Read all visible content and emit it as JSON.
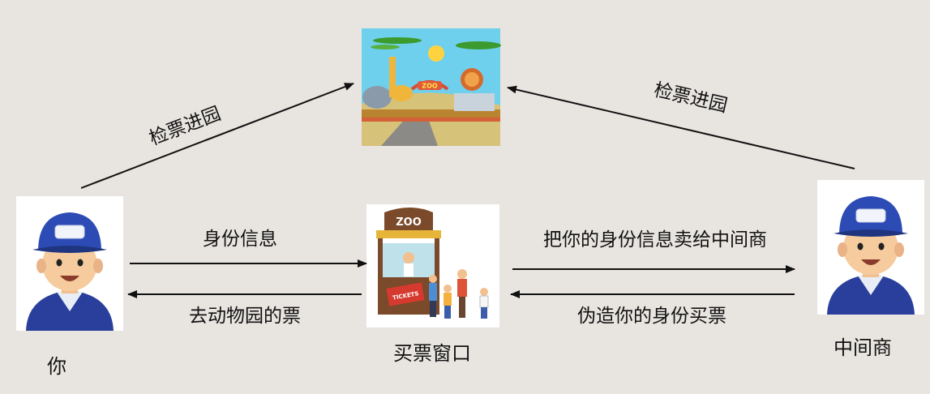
{
  "nodes": {
    "you": {
      "caption": "你"
    },
    "ticket_window": {
      "caption": "买票窗口",
      "sign": "ZOO",
      "tickets_sign": "TICKETS"
    },
    "middleman": {
      "caption": "中间商"
    },
    "zoo": {
      "sign": "ZOO"
    }
  },
  "edges": {
    "you_to_zoo": "检票进园",
    "middleman_to_zoo": "检票进园",
    "you_to_window": "身份信息",
    "window_to_you": "去动物园的票",
    "window_to_middleman": "把你的身份信息卖给中间商",
    "middleman_to_window": "伪造你的身份买票"
  }
}
